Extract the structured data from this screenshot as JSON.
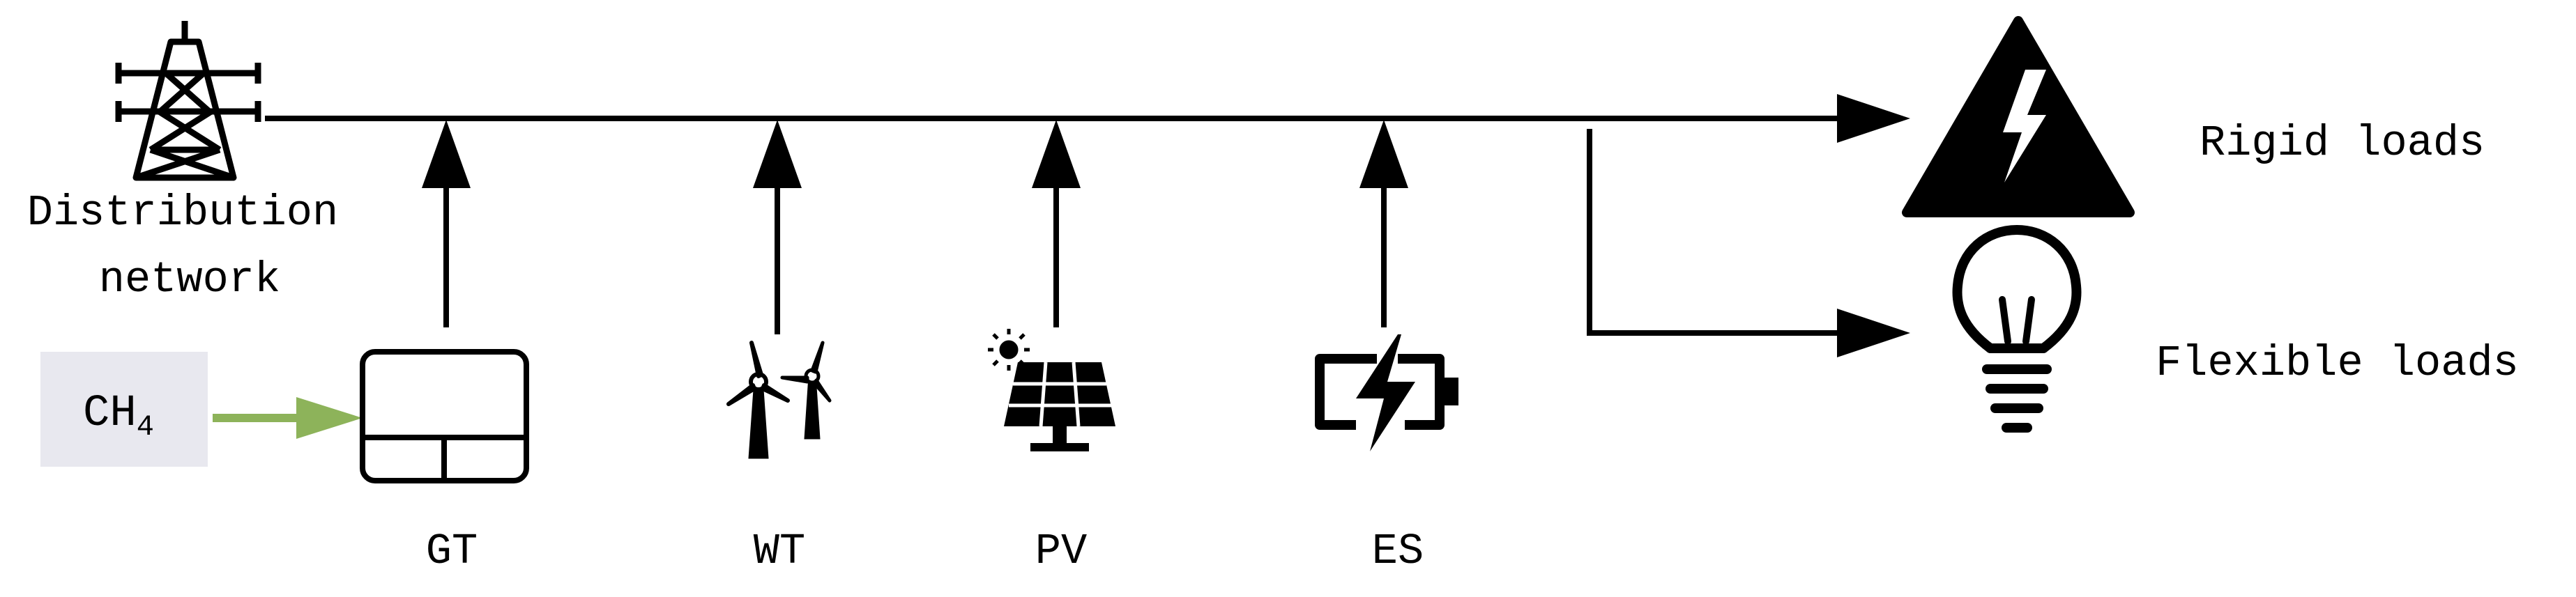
{
  "labels": {
    "distribution_line1": "Distribution",
    "distribution_line2": "network",
    "ch4_main": "CH",
    "ch4_sub": "4",
    "gt": "GT",
    "wt": "WT",
    "pv": "PV",
    "es": "ES",
    "rigid_loads": "Rigid loads",
    "flexible_loads": "Flexible loads"
  },
  "icons": {
    "distribution": "transmission-tower-icon",
    "gt": "gas-turbine-box-icon",
    "wt": "wind-turbine-icon",
    "pv": "solar-panel-icon",
    "es": "battery-charging-icon",
    "rigid": "lightning-warning-icon",
    "flexible": "light-bulb-icon"
  },
  "colors": {
    "line": "#000000",
    "gas_arrow": "#8db35a",
    "ch4_box": "#e8e8ef"
  }
}
